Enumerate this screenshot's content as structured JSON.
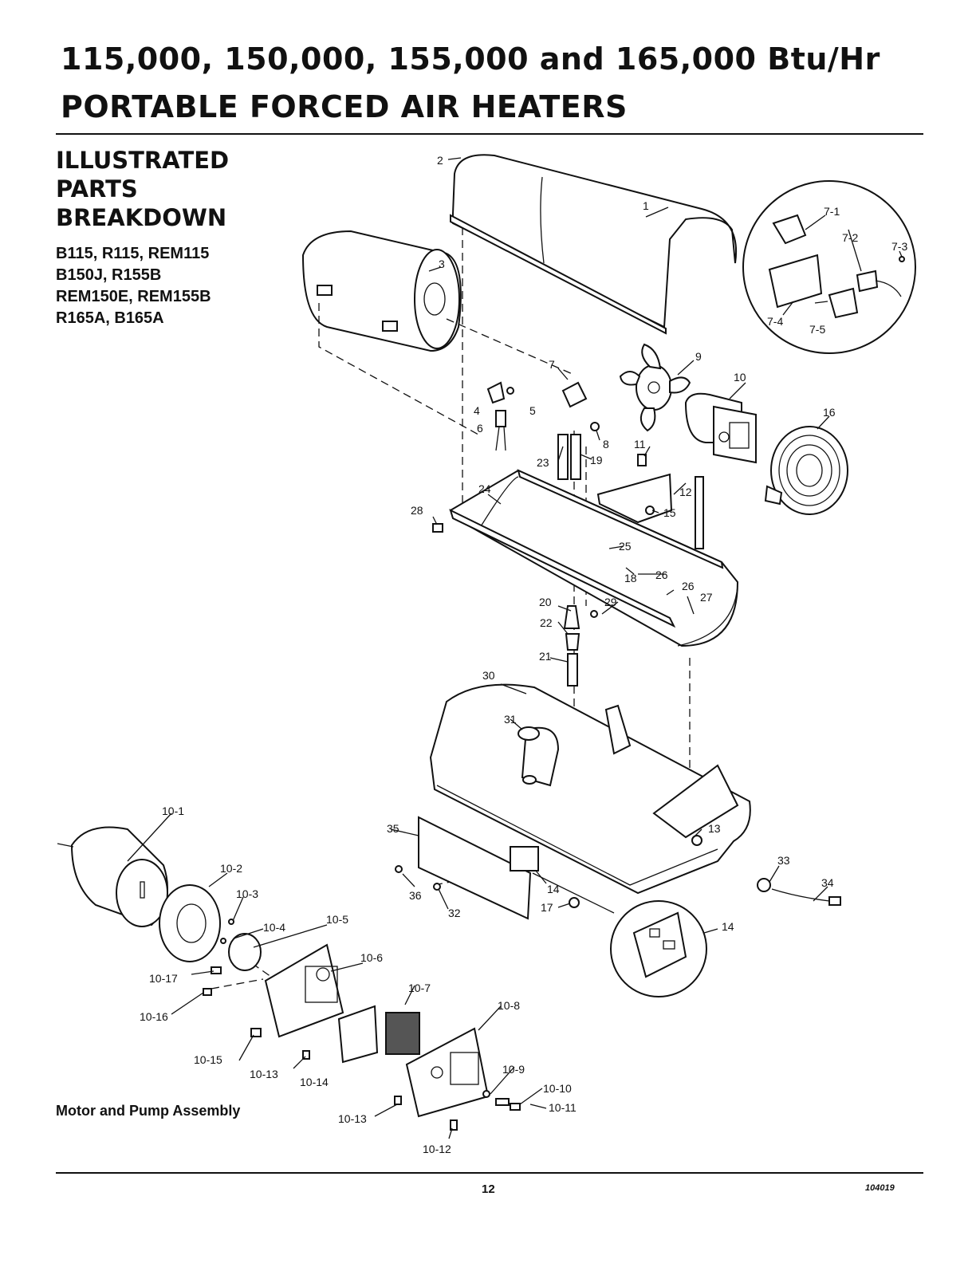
{
  "header": {
    "title_line1": "115,000, 150,000, 155,000 and 165,000 Btu/Hr",
    "title_line2": "PORTABLE FORCED AIR HEATERS"
  },
  "section": {
    "line1": "ILLUSTRATED",
    "line2": "PARTS",
    "line3": "BREAKDOWN"
  },
  "models": [
    "B115, R115, REM115",
    "B150J, R155B",
    "REM150E, REM155B",
    "R165A, B165A"
  ],
  "caption": "Motor and Pump Assembly",
  "footer": {
    "page_number": "12",
    "doc_number": "104019"
  },
  "callouts": {
    "c1": "1",
    "c2": "2",
    "c3": "3",
    "c4": "4",
    "c5": "5",
    "c6": "6",
    "c7": "7",
    "c8": "8",
    "c9": "9",
    "c10": "10",
    "c11": "11",
    "c12": "12",
    "c13": "13",
    "c14a": "14",
    "c14b": "14",
    "c15": "15",
    "c16": "16",
    "c17": "17",
    "c18": "18",
    "c19": "19",
    "c20": "20",
    "c21": "21",
    "c22": "22",
    "c23": "23",
    "c24": "24",
    "c25": "25",
    "c26a": "26",
    "c26b": "26",
    "c27": "27",
    "c28": "28",
    "c29": "29",
    "c30": "30",
    "c31": "31",
    "c32": "32",
    "c33": "33",
    "c34": "34",
    "c35": "35",
    "c36": "36",
    "c7_1": "7-1",
    "c7_2": "7-2",
    "c7_3": "7-3",
    "c7_4": "7-4",
    "c7_5": "7-5",
    "c10_1": "10-1",
    "c10_2": "10-2",
    "c10_3": "10-3",
    "c10_4": "10-4",
    "c10_5": "10-5",
    "c10_6": "10-6",
    "c10_7": "10-7",
    "c10_8": "10-8",
    "c10_9": "10-9",
    "c10_10": "10-10",
    "c10_11": "10-11",
    "c10_12": "10-12",
    "c10_13a": "10-13",
    "c10_13b": "10-13",
    "c10_14": "10-14",
    "c10_15": "10-15",
    "c10_16": "10-16",
    "c10_17": "10-17"
  }
}
